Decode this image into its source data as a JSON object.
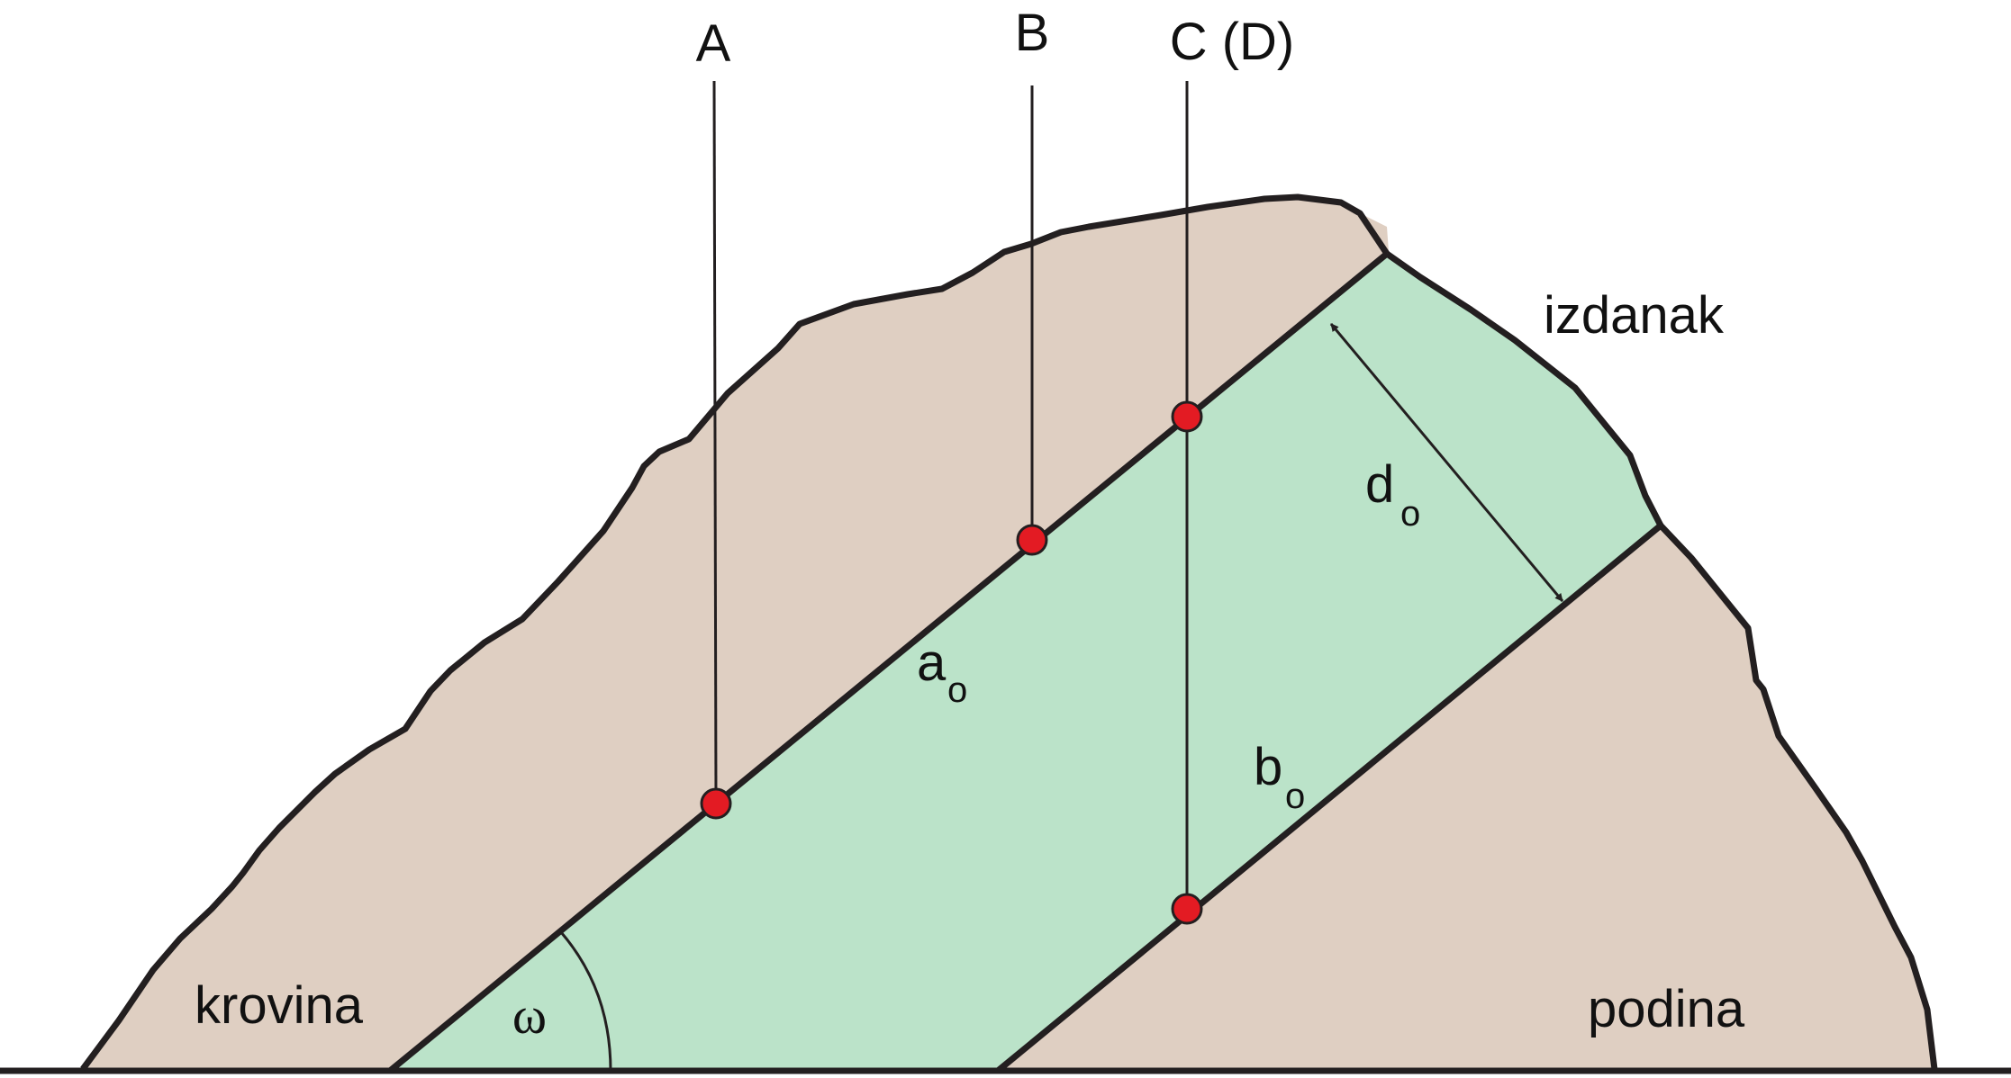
{
  "labels": {
    "borehole_a": "A",
    "borehole_b": "B",
    "borehole_c": "C (D)",
    "outcrop": "izdanak",
    "hanging_wall": "krovina",
    "footwall": "podina",
    "thickness_main": "d",
    "thickness_sub": "o",
    "apparent_a_main": "a",
    "apparent_a_sub": "o",
    "apparent_b_main": "b",
    "apparent_b_sub": "o",
    "dip_angle": "ω"
  },
  "colors": {
    "rock": "#dfcfc2",
    "seam": "#bbe3c9",
    "outline": "#231f20",
    "intersection_point": "#e31b23"
  }
}
